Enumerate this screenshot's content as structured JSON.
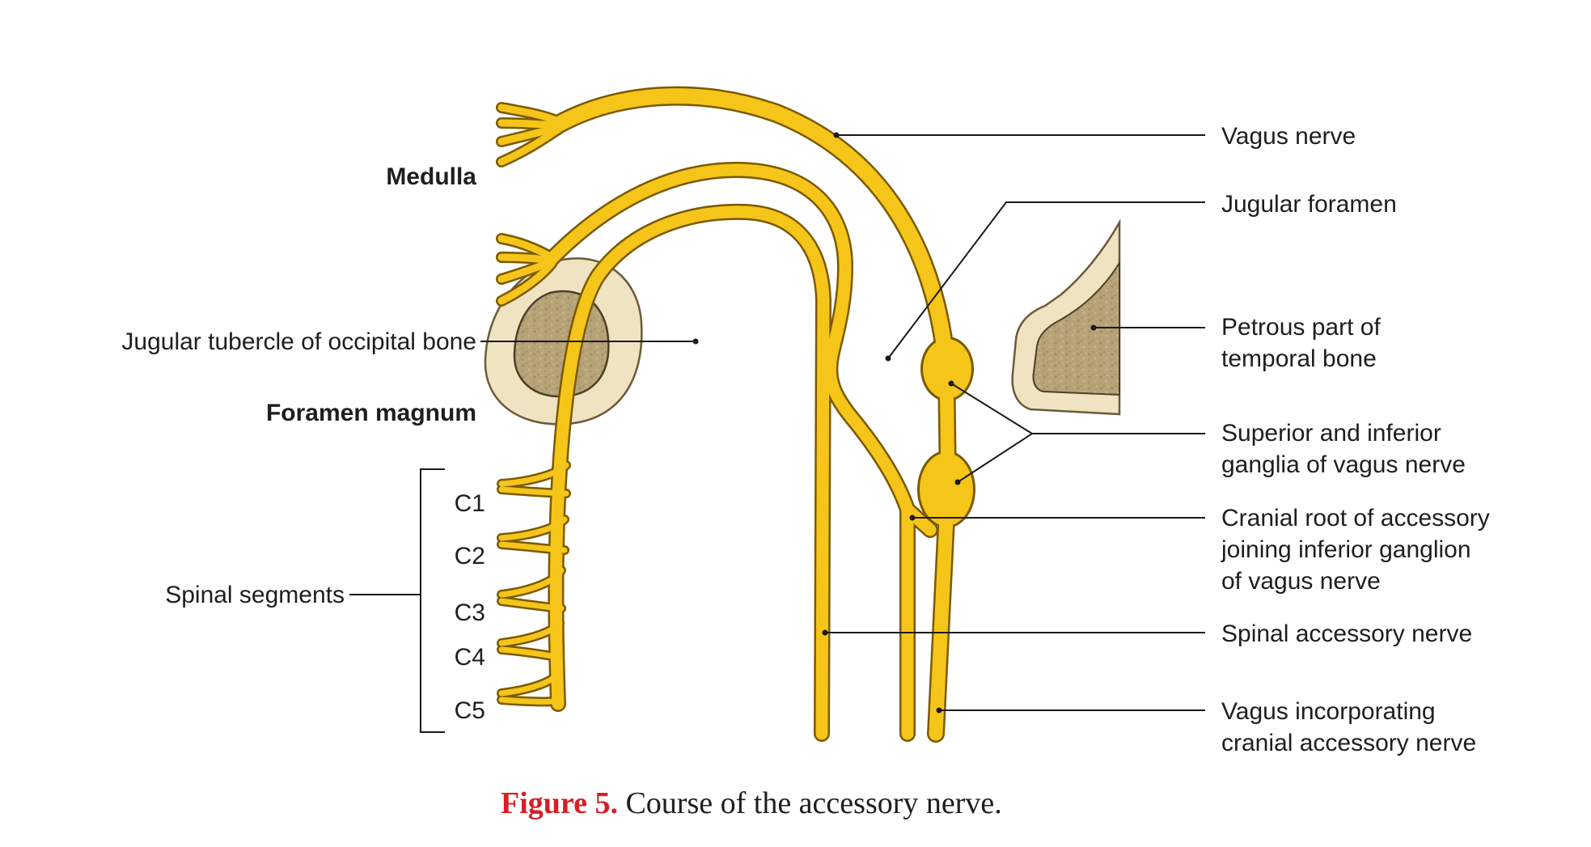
{
  "labels": {
    "medulla": "Medulla",
    "foramen_magnum": "Foramen magnum",
    "jugular_tubercle": "Jugular tubercle of occipital bone",
    "spinal_segments": "Spinal segments",
    "c1": "C1",
    "c2": "C2",
    "c3": "C3",
    "c4": "C4",
    "c5": "C5",
    "vagus_nerve": "Vagus nerve",
    "jugular_foramen": "Jugular foramen",
    "petrous_line1": "Petrous part of",
    "petrous_line2": "temporal bone",
    "ganglia_line1": "Superior and inferior",
    "ganglia_line2": "ganglia of vagus nerve",
    "cranial_root_line1": "Cranial root of accessory",
    "cranial_root_line2": "joining inferior ganglion",
    "cranial_root_line3": "of vagus nerve",
    "spinal_accessory": "Spinal accessory nerve",
    "vagus_incorp_line1": "Vagus incorporating",
    "vagus_incorp_line2": "cranial accessory nerve"
  },
  "caption": {
    "number": "Figure 5.",
    "text": " Course of the accessory nerve."
  },
  "colors": {
    "nerve": "#f6c51a",
    "nerve_outline": "#7a5a00",
    "bone_cortex": "#efe3c2",
    "bone_marrow": "#b8a57a",
    "caption_accent": "#d51f27"
  }
}
